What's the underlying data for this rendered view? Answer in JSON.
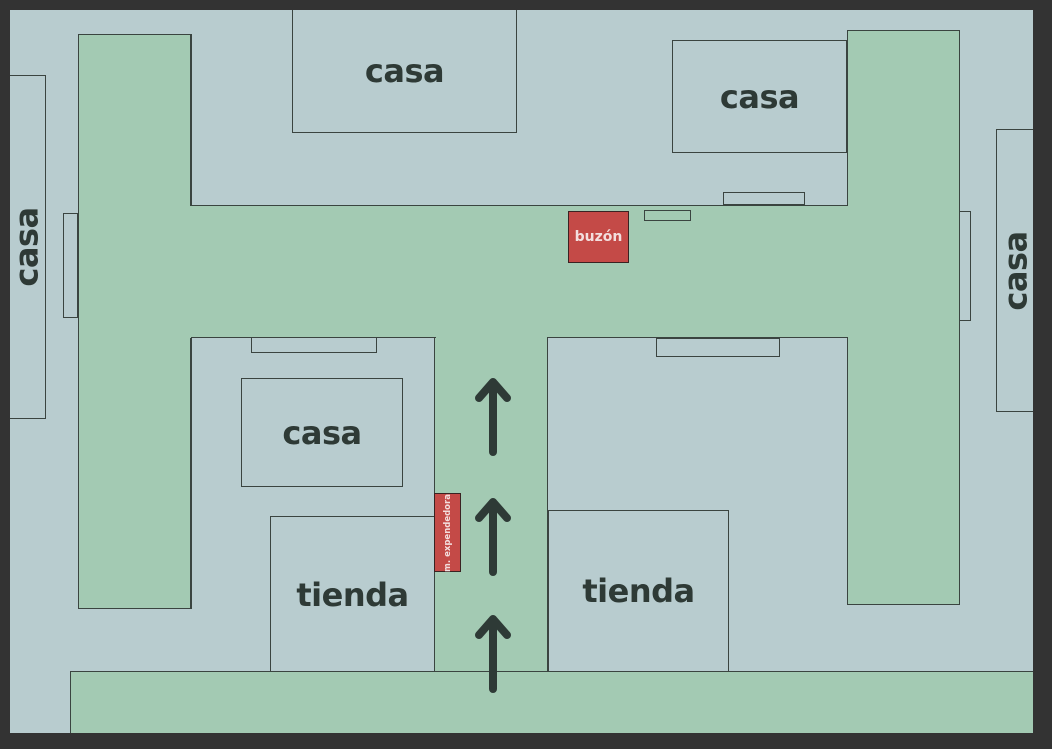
{
  "labels": {
    "casa_top": "casa",
    "casa_top_right": "casa",
    "casa_left": "casa",
    "casa_right": "casa",
    "casa_center": "casa",
    "tienda_left": "tienda",
    "tienda_right": "tienda",
    "mailbox": "buzón",
    "vending": "m. expendedora"
  },
  "colors": {
    "background": "#b8cccf",
    "road": "#a3cab3",
    "marker": "#c44a47",
    "frame": "#333333",
    "arrow": "#2e3a36"
  },
  "icons": [
    "up-arrow-icon",
    "up-arrow-icon",
    "up-arrow-icon"
  ]
}
